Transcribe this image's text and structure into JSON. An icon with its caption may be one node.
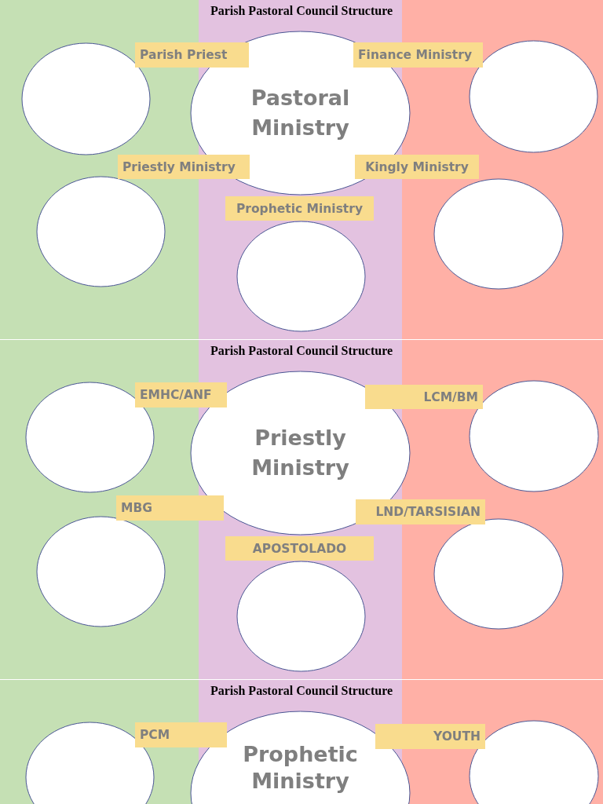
{
  "diagram": {
    "nodes": [
      {
        "text": [],
        "shape": "circle"
      },
      {
        "text": [
          "Parish Priest"
        ]
      },
      {
        "text": [
          "Pastoral Ministry"
        ]
      },
      {
        "text": [
          "Finance Ministry"
        ]
      },
      {
        "text": [],
        "shape": "circle"
      },
      {
        "text": [
          "Priestly Ministry"
        ]
      },
      {
        "text": [
          "Kingly Ministry"
        ]
      },
      {
        "text": [],
        "shape": "circle"
      },
      {
        "text": [],
        "shape": "circle"
      },
      {
        "text": [
          "Prophetic Ministry"
        ]
      },
      {
        "text": [],
        "shape": "circle"
      },
      {
        "text": [],
        "shape": "circle"
      },
      {
        "text": [
          "EMHC/ANF"
        ]
      },
      {
        "text": [
          "Priestly Ministry"
        ]
      },
      {
        "text": [
          "LCM/BM"
        ]
      },
      {
        "text": [],
        "shape": "circle"
      },
      {
        "text": [
          "MBG"
        ]
      },
      {
        "text": [
          "LND/TARSISIAN"
        ]
      },
      {
        "text": [],
        "shape": "circle"
      },
      {
        "text": [],
        "shape": "circle"
      },
      {
        "text": [
          "APOSTOLADO"
        ]
      },
      {
        "text": [],
        "shape": "circle"
      },
      {
        "text": [],
        "shape": "circle"
      },
      {
        "text": [
          "PCM"
        ]
      },
      {
        "text": [
          "Prophetic Ministry"
        ]
      },
      {
        "text": [
          "YOUTH"
        ]
      },
      {
        "text": [],
        "shape": "circle"
      }
    ],
    "edges": [],
    "labels": [
      "Parish Pastoral Council Structure",
      "Parish Pastoral Council Structure",
      "Parish Pastoral Council Structure"
    ]
  }
}
